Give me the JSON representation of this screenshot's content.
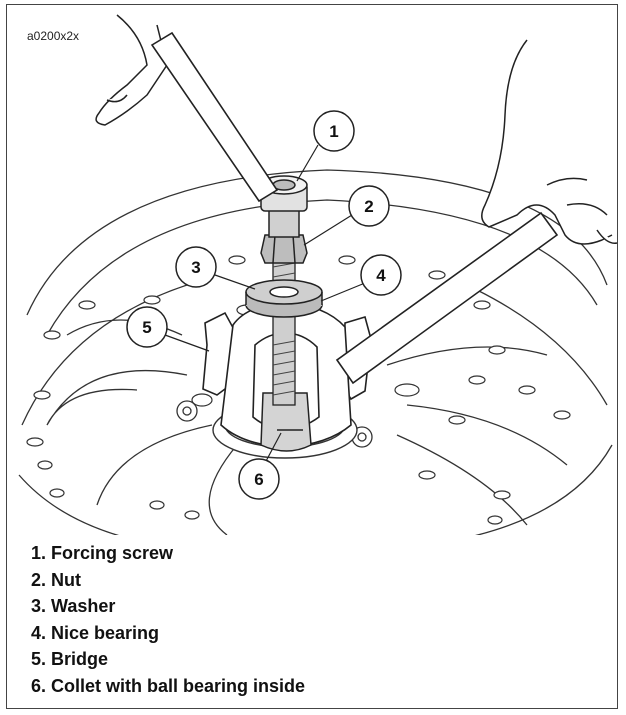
{
  "figure": {
    "code": "a0200x2x"
  },
  "callouts": [
    {
      "number": "1"
    },
    {
      "number": "2"
    },
    {
      "number": "3"
    },
    {
      "number": "4"
    },
    {
      "number": "5"
    },
    {
      "number": "6"
    }
  ],
  "legend": [
    {
      "text": "1. Forcing screw"
    },
    {
      "text": "2. Nut"
    },
    {
      "text": "3. Washer"
    },
    {
      "text": "4. Nice bearing"
    },
    {
      "text": "5. Bridge"
    },
    {
      "text": "6. Collet with ball bearing inside"
    }
  ]
}
